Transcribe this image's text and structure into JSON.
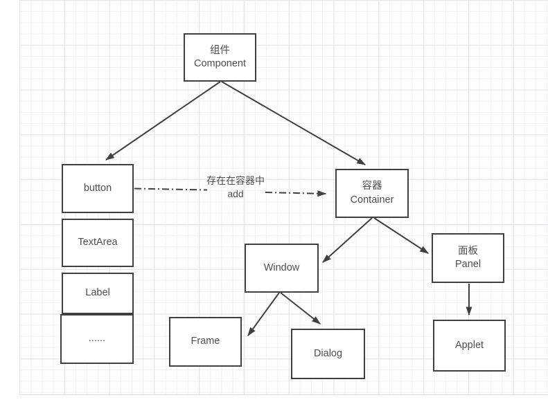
{
  "colors": {
    "canvas_background": "#ffffff",
    "grid_minor": "#f1f1f4",
    "grid_major": "#e4e4e9",
    "shape_border": "#404040",
    "shape_fill": "#ffffff",
    "text": "#4d4d4d",
    "connector": "#404040"
  },
  "nodes": {
    "component": {
      "zh": "组件",
      "en": "Component"
    },
    "button": {
      "en": "button"
    },
    "textarea": {
      "en": "TextArea"
    },
    "label": {
      "en": "Label"
    },
    "ellipsis": {
      "en": "......"
    },
    "container": {
      "zh": "容器",
      "en": "Container"
    },
    "window": {
      "en": "Window"
    },
    "panel": {
      "zh": "面板",
      "en": "Panel"
    },
    "frame": {
      "en": "Frame"
    },
    "dialog": {
      "en": "Dialog"
    },
    "applet": {
      "en": "Applet"
    }
  },
  "edge_label": {
    "line1": "存在在容器中",
    "line2": "add"
  },
  "edges": [
    {
      "from": "component",
      "to": "button",
      "style": "solid-arrow"
    },
    {
      "from": "component",
      "to": "container",
      "style": "solid-arrow"
    },
    {
      "from": "button",
      "to": "container",
      "style": "dash-dot-arrow",
      "label": "存在在容器中 add"
    },
    {
      "from": "container",
      "to": "window",
      "style": "solid-arrow"
    },
    {
      "from": "container",
      "to": "panel",
      "style": "solid-arrow"
    },
    {
      "from": "window",
      "to": "frame",
      "style": "solid-arrow"
    },
    {
      "from": "window",
      "to": "dialog",
      "style": "solid-arrow"
    },
    {
      "from": "panel",
      "to": "applet",
      "style": "solid-arrow"
    }
  ]
}
